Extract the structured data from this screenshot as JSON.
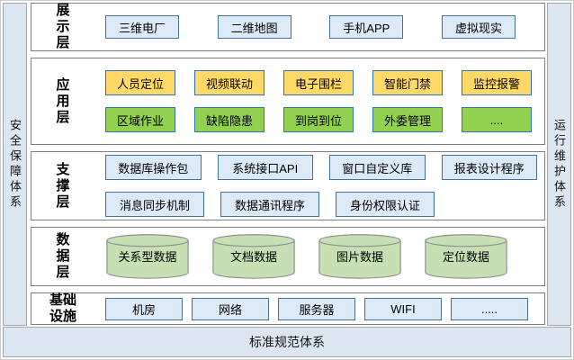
{
  "frame": {
    "left_bar": "安全保障体系",
    "right_bar": "运行维护体系",
    "bottom_bar": "标准规范体系"
  },
  "colors": {
    "pillar_blue": "#dce6f1",
    "box_blue_fill": "#dce9f7",
    "box_blue_border": "#41719c",
    "box_yellow_fill": "#ffd966",
    "box_green_fill": "#92d050",
    "box_accent_border": "#2e74b5",
    "cylinder_green_fill": "#c6e0b4",
    "panel_border_gray": "#808080"
  },
  "layers": {
    "display": {
      "label": "展示层",
      "boxes": [
        "三维电厂",
        "二维地图",
        "手机APP",
        "虚拟现实"
      ]
    },
    "application": {
      "label": "应用层",
      "row1": [
        "人员定位",
        "视频联动",
        "电子围栏",
        "智能门禁",
        "监控报警"
      ],
      "row2": [
        "区域作业",
        "缺陷隐患",
        "到岗到位",
        "外委管理",
        "...."
      ]
    },
    "support": {
      "label": "支撑层",
      "row1": [
        "数据库操作包",
        "系统接口API",
        "窗口自定义库",
        "报表设计程序"
      ],
      "row2": [
        "消息同步机制",
        "数据通讯程序",
        "身份权限认证"
      ]
    },
    "data": {
      "label": "数据层",
      "cylinders": [
        "关系型数据",
        "文档数据",
        "图片数据",
        "定位数据"
      ]
    },
    "infrastructure": {
      "label": "基础设施",
      "boxes": [
        "机房",
        "网络",
        "服务器",
        "WIFI",
        "....."
      ]
    }
  }
}
